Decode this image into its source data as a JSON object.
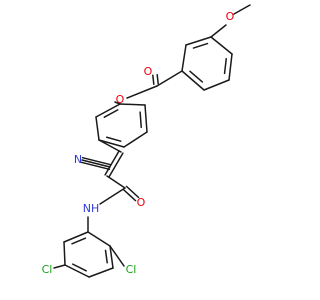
{
  "molecule": {
    "colors": {
      "bond": "#1a1a1a",
      "O": "#e8000b",
      "N": "#2f3bd8",
      "Cl": "#1aa11a"
    },
    "labels": {
      "o_methoxy": "O",
      "o_carbonyl_ester": "O",
      "o_ester": "O",
      "n_nitrile": "N",
      "o_amide": "O",
      "nh_amide": "NH",
      "cl_left": "Cl",
      "cl_right": "Cl"
    }
  }
}
